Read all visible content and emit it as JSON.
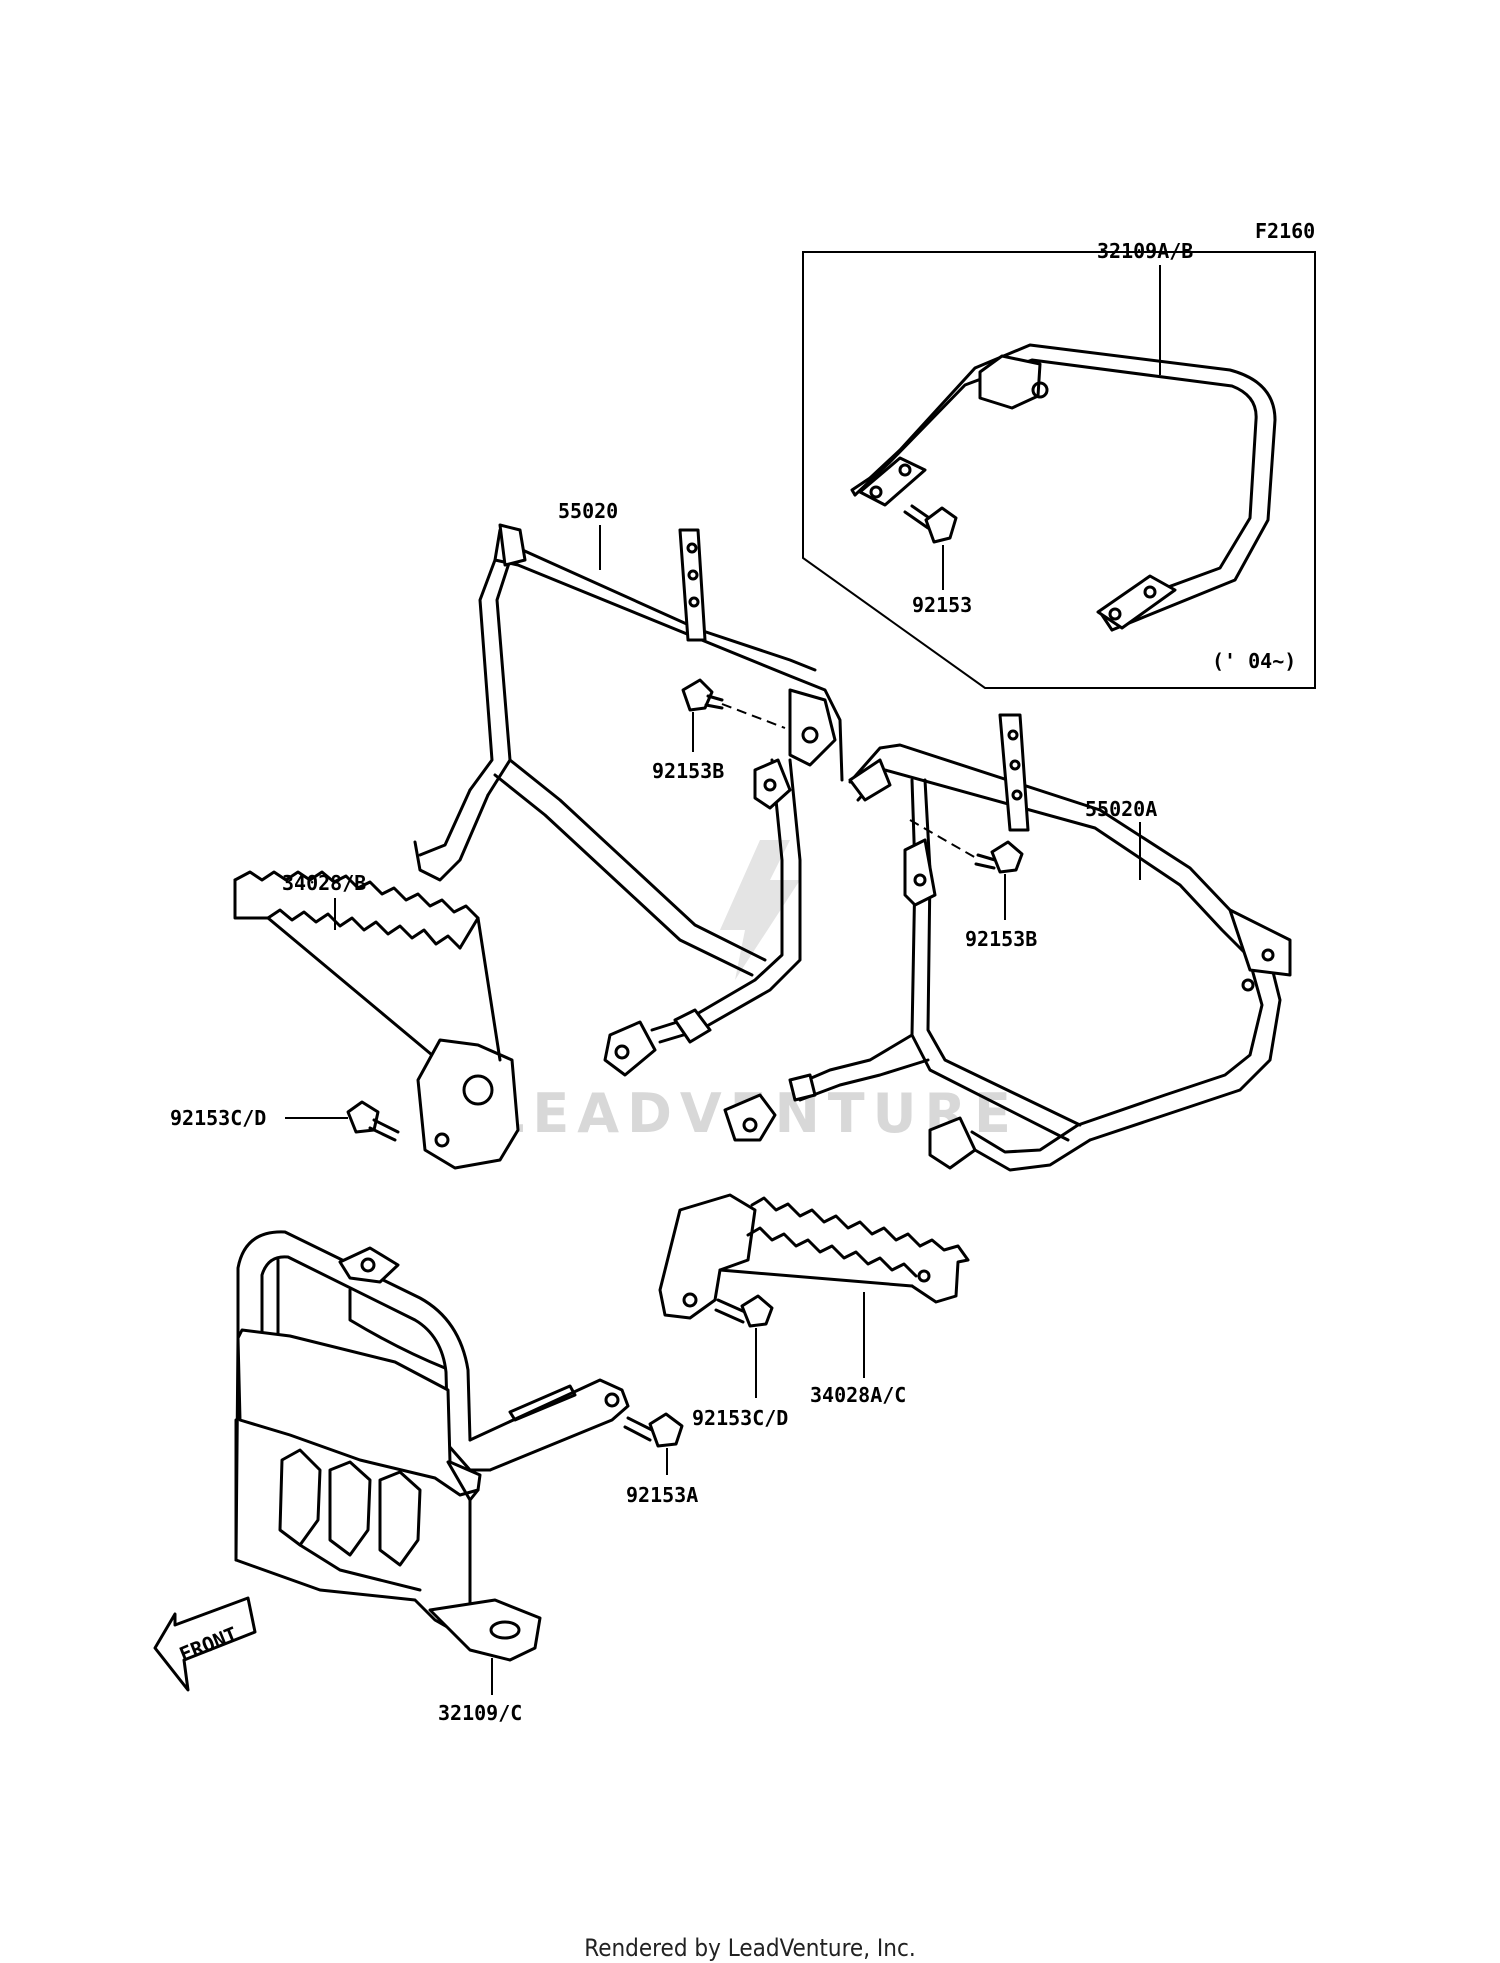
{
  "diagram": {
    "figure_code": "F2160",
    "inset_note": "(' 04~)",
    "front_label": "FRONT",
    "watermark": "LEADVENTURE",
    "parts": {
      "p32109AB": "32109A/B",
      "p92153_inset": "92153",
      "p55020": "55020",
      "p92153B_left": "92153B",
      "p55020A": "55020A",
      "p92153B_right": "92153B",
      "p34028B": "34028/B",
      "p92153CD_left": "92153C/D",
      "p92153CD_right": "92153C/D",
      "p34028AC": "34028A/C",
      "p92153A": "92153A",
      "p32109C": "32109/C"
    }
  },
  "footer": {
    "text": "Rendered by LeadVenture, Inc."
  }
}
